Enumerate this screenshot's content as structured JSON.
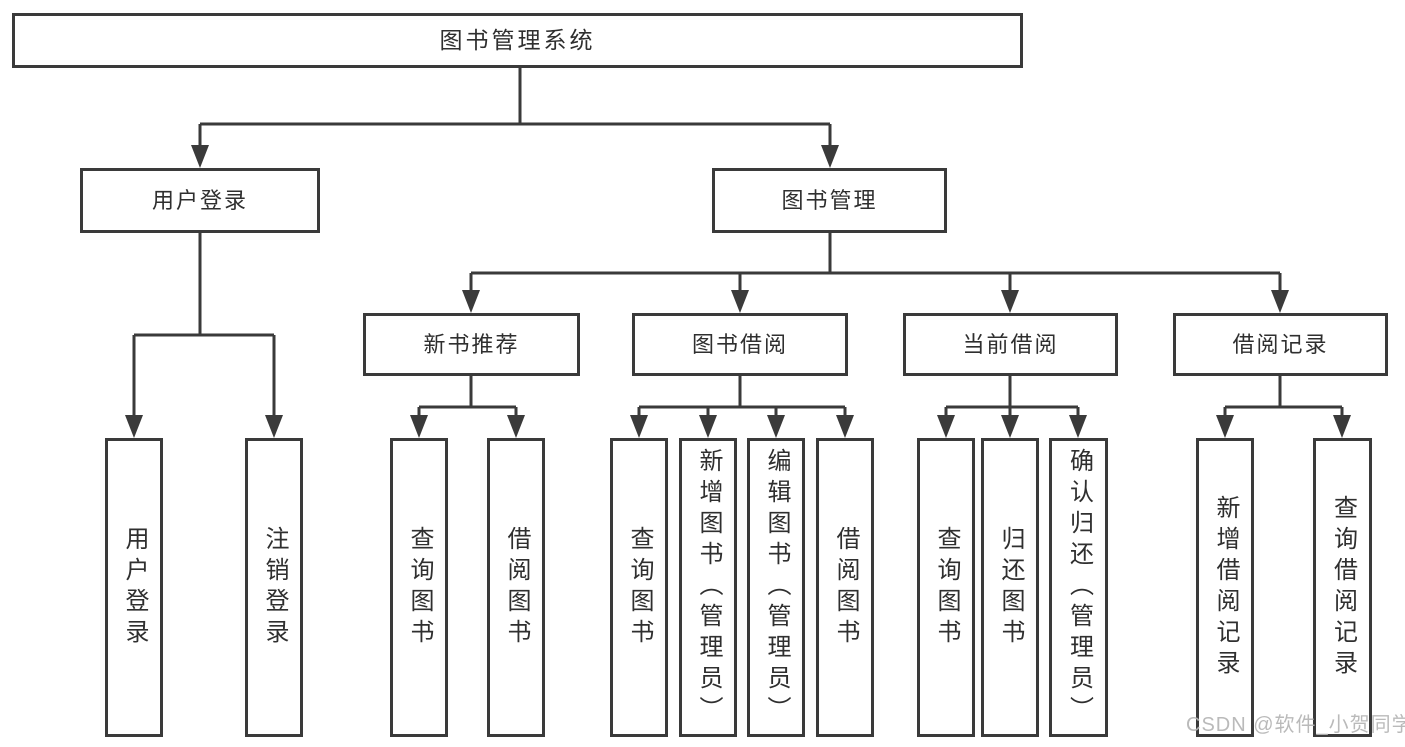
{
  "watermark": {
    "text": "CSDN @软件_小贺同学"
  },
  "colors": {
    "line": "#3a3a3a",
    "text": "#2f2f2f",
    "watermark": "#b5b5b5",
    "background": "#ffffff"
  },
  "tree": {
    "root": {
      "label": "图书管理系统"
    },
    "level2": [
      {
        "id": "user-login",
        "label": "用户登录"
      },
      {
        "id": "book-management",
        "label": "图书管理"
      }
    ],
    "level3": [
      {
        "id": "new-book-recommend",
        "label": "新书推荐",
        "parent": "book-management"
      },
      {
        "id": "book-borrow",
        "label": "图书借阅",
        "parent": "book-management"
      },
      {
        "id": "current-borrow",
        "label": "当前借阅",
        "parent": "book-management"
      },
      {
        "id": "borrow-records",
        "label": "借阅记录",
        "parent": "book-management"
      }
    ],
    "leaves": {
      "user_login": [
        "用户登录",
        "注销登录"
      ],
      "new_book_recommend": [
        "查询图书",
        "借阅图书"
      ],
      "book_borrow": [
        "查询图书",
        "新增图书（管理员）",
        "编辑图书（管理员）",
        "借阅图书"
      ],
      "current_borrow": [
        "查询图书",
        "归还图书",
        "确认归还（管理员）"
      ],
      "borrow_records": [
        "新增借阅记录",
        "查询借阅记录"
      ]
    }
  }
}
